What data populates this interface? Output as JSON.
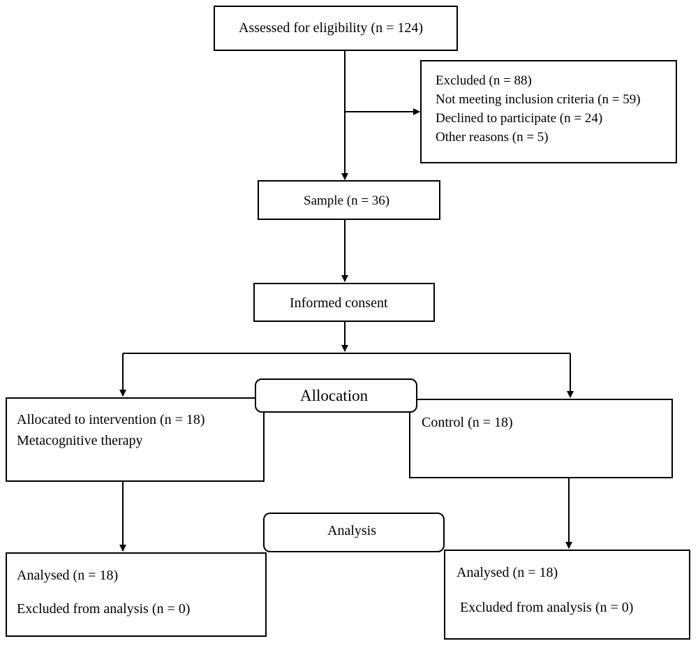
{
  "flowchart": {
    "eligibility": {
      "label": "Assessed for eligibility (n = 124)"
    },
    "excluded": {
      "title": "Excluded (n = 88)",
      "items": [
        "Not meeting inclusion criteria (n = 59)",
        "Declined to participate (n = 24)",
        "Other reasons (n = 5)"
      ]
    },
    "sample": {
      "label": "Sample (n = 36)"
    },
    "consent": {
      "label": "Informed consent"
    },
    "allocation": {
      "label": "Allocation"
    },
    "intervention": {
      "line1": "Allocated to intervention (n = 18)",
      "line2": "Metacognitive therapy"
    },
    "control": {
      "label": "Control (n = 18)"
    },
    "analysis": {
      "label": "Analysis"
    },
    "analysed_intervention": {
      "analysed": "Analysed (n = 18)",
      "excluded": "Excluded from analysis (n = 0)"
    },
    "analysed_control": {
      "analysed": "Analysed (n = 18)",
      "excluded": "Excluded from analysis (n = 0)"
    }
  }
}
